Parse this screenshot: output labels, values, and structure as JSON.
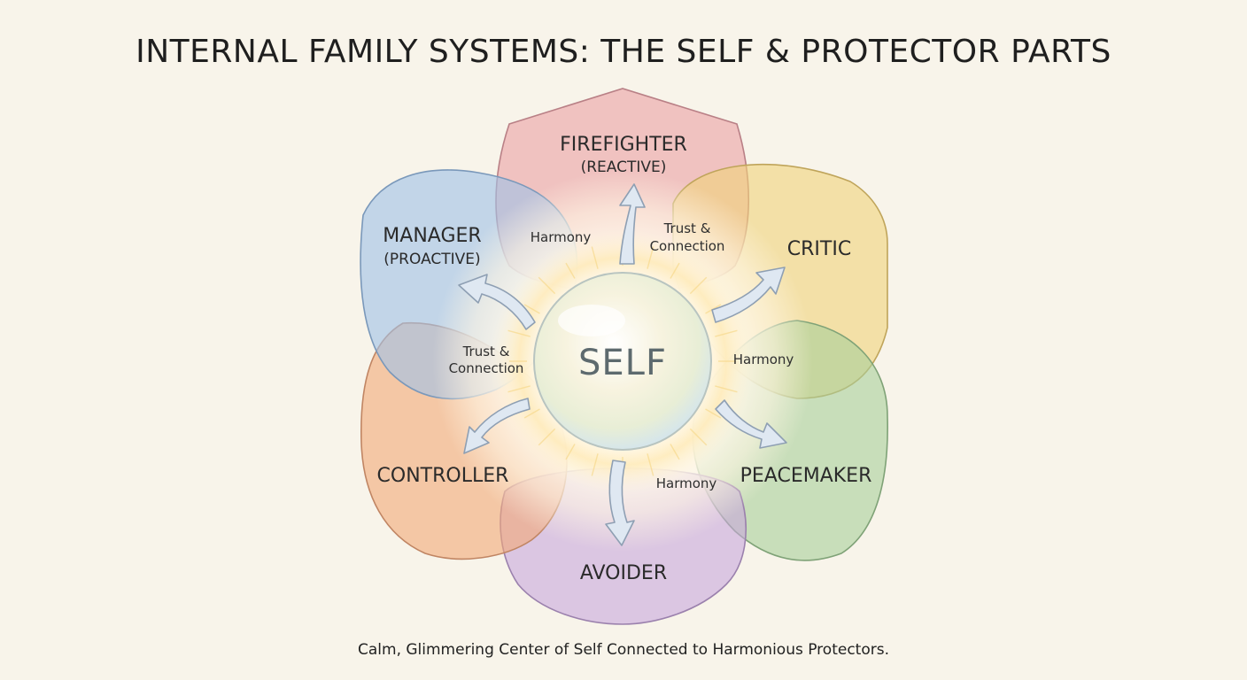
{
  "title": "INTERNAL FAMILY SYSTEMS: THE SELF & PROTECTOR PARTS",
  "caption": "Calm, Glimmering Center of Self Connected to Harmonious Protectors.",
  "center": {
    "label": "SELF"
  },
  "parts": {
    "firefighter": {
      "name": "FIREFIGHTER",
      "sub": "(REACTIVE)",
      "color": "#eba3a6"
    },
    "critic": {
      "name": "CRITIC",
      "color": "#f0d27a"
    },
    "peacemaker": {
      "name": "PEACEMAKER",
      "color": "#a9cf9a"
    },
    "avoider": {
      "name": "AVOIDER",
      "color": "#c8a6dc"
    },
    "controller": {
      "name": "CONTROLLER",
      "color": "#f2a877"
    },
    "manager": {
      "name": "MANAGER",
      "sub": "(PROACTIVE)",
      "color": "#a2c2e6"
    }
  },
  "connections": {
    "top_left": "Harmony",
    "top_right_line1": "Trust &",
    "top_right_line2": "Connection",
    "left_line1": "Trust &",
    "left_line2": "Connection",
    "right": "Harmony",
    "bottom": "Harmony"
  }
}
